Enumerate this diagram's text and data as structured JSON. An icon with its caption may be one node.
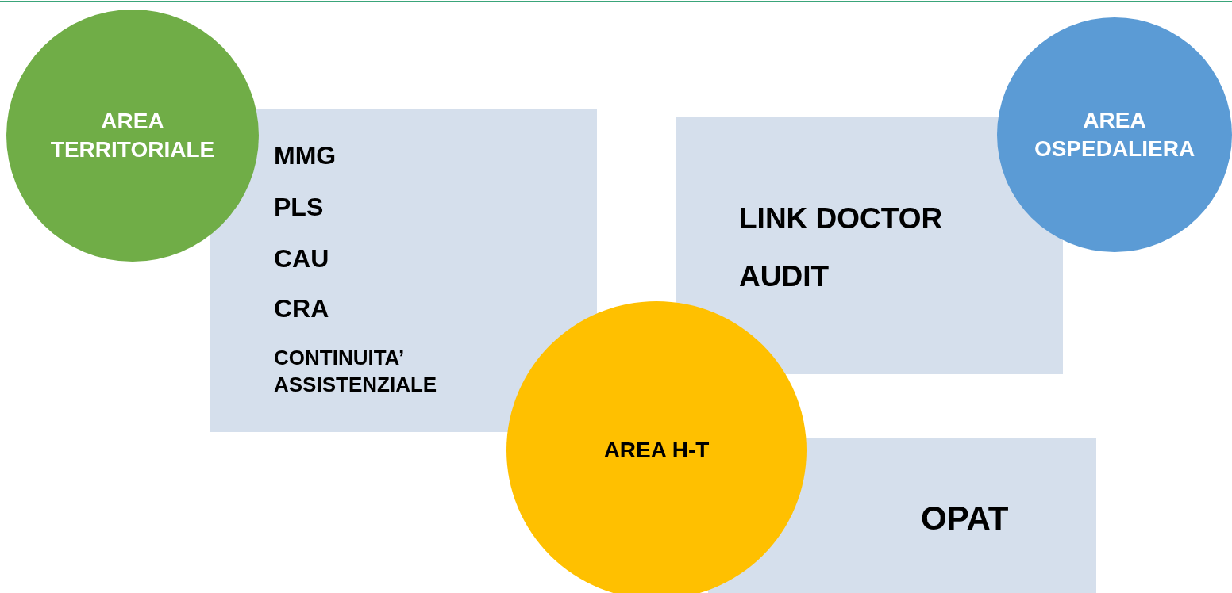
{
  "diagram": {
    "nodes": [
      {
        "text": [
          "AREA TERRITORIALE"
        ]
      },
      {
        "text": [
          "MMG",
          "PLS",
          "CAU",
          "CRA",
          "CONTINUITA’ ASSISTENZIALE"
        ]
      },
      {
        "text": [
          "LINK DOCTOR",
          "AUDIT"
        ]
      },
      {
        "text": [
          "AREA OSPEDALIERA"
        ]
      },
      {
        "text": [
          "AREA H-T"
        ]
      },
      {
        "text": [
          "OPAT"
        ]
      }
    ],
    "edges": []
  }
}
